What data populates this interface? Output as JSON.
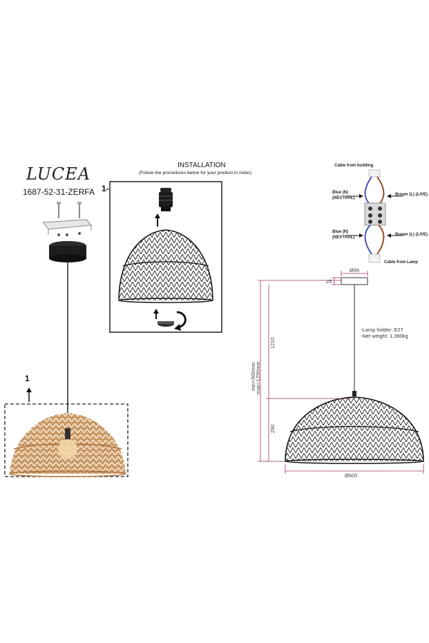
{
  "product": {
    "brand": "LUCEA",
    "model": "1687-52-31-ZERFA"
  },
  "installation": {
    "title": "INSTALLATION",
    "subtitle": "(Follow the procedures below for your product in order).",
    "step_label": "1-"
  },
  "photo": {
    "callout_label": "1"
  },
  "wiring": {
    "cable_from_building": "Cable from building",
    "blue_n_top": "Blue (N)",
    "nevtral_top": "(NEVTRAL)",
    "brown_top": "Brown (L) (LIVE)",
    "blue_n_bottom": "Blue (N)",
    "nevtral_bottom": "(NEVTRAL)",
    "brown_bottom": "Brown (L) (LIVE)",
    "cable_from_lamp": "Cable from Lamp",
    "colors": {
      "blue": "#4a56b8",
      "brown": "#9b4a2a"
    }
  },
  "dimensions": {
    "canopy_diameter": "Ø95",
    "canopy_height": "25",
    "cable_length": "1210",
    "shade_height": "290",
    "shade_diameter": "Ø600",
    "min_height": "min=500mm",
    "max_height": "max=1290mm",
    "dimension_color": "#a03070"
  },
  "specs": {
    "lamp_holder": "-Lamp holder: E27",
    "net_weight": "-Net weight: 1,390kg"
  }
}
